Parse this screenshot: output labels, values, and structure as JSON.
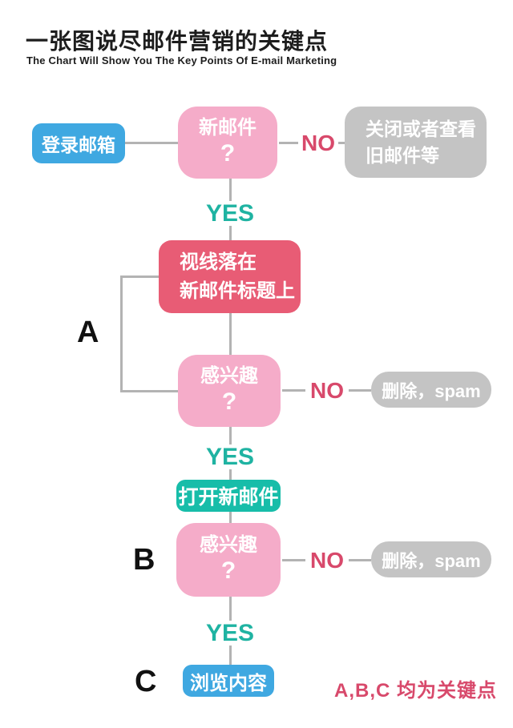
{
  "header": {
    "title": "一张图说尽邮件营销的关键点",
    "subtitle": "The Chart Will Show You The Key Points Of E-mail Marketing"
  },
  "flowchart": {
    "nodes": {
      "login": {
        "label": "登录邮箱"
      },
      "q_new_mail": {
        "line1": "新邮件",
        "line2": "?"
      },
      "close_old": {
        "line1": "关闭或者查看",
        "line2": "旧邮件等"
      },
      "gaze_title": {
        "line1": "视线落在",
        "line2": "新邮件标题上"
      },
      "q_interest_1": {
        "line1": "感兴趣",
        "line2": "?"
      },
      "delete_spam_1": {
        "label": "删除，spam"
      },
      "open_mail": {
        "label": "打开新邮件"
      },
      "q_interest_2": {
        "line1": "感兴趣",
        "line2": "?"
      },
      "delete_spam_2": {
        "label": "删除，spam"
      },
      "browse": {
        "label": "浏览内容"
      }
    },
    "labels": {
      "yes1": "YES",
      "yes2": "YES",
      "yes3": "YES",
      "no1": "NO",
      "no2": "NO",
      "no3": "NO",
      "key_a": "A",
      "key_b": "B",
      "key_c": "C",
      "key_note": "A,B,C 均为关键点"
    },
    "colors": {
      "blue": "#3FA8E1",
      "pink": "#F5ACC9",
      "rose": "#E85C75",
      "teal": "#17BDA9",
      "gray": "#C4C4C4",
      "line": "#B3B3B3",
      "yes": "#1FB3A2",
      "no": "#D8496B",
      "title": "#1D1D1D"
    }
  }
}
